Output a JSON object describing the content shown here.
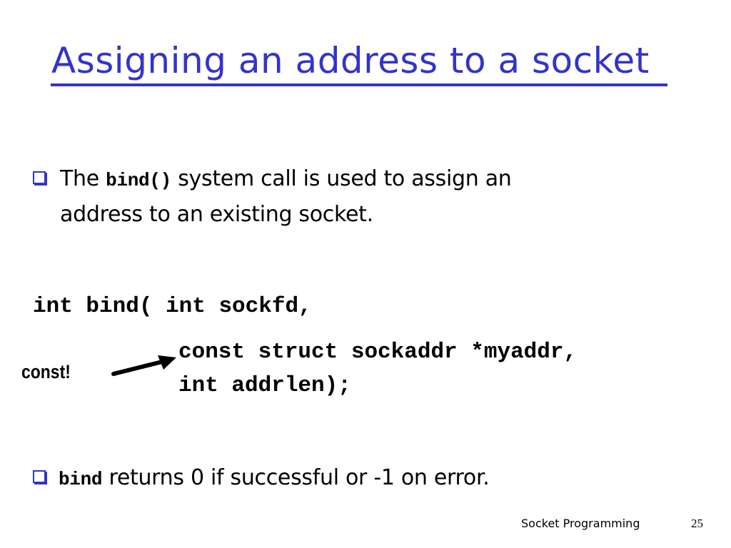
{
  "slide": {
    "title": "Assigning an address to a socket",
    "title_color": "#3333cc",
    "bullets": [
      {
        "parts": [
          "The ",
          "bind()",
          " system call is used to assign an"
        ],
        "line2": "address to an existing socket."
      },
      {
        "parts": [
          "bind",
          " returns 0 if successful or -1 on error."
        ]
      }
    ],
    "code": {
      "line1": "int bind( int sockfd,",
      "line2": "const struct sockaddr *myaddr,",
      "line3": "int addrlen);"
    },
    "callout": {
      "label": "const!",
      "icon": "arrow-right-icon"
    },
    "footer": {
      "label": "Socket Programming",
      "page_number": "25"
    }
  }
}
